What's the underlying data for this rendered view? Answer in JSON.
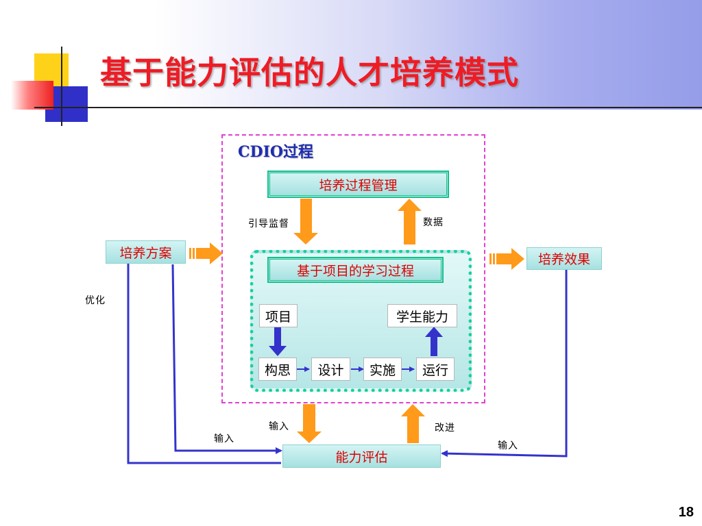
{
  "slide": {
    "title": "基于能力评估的人才培养模式",
    "page_number": "18"
  },
  "diagram": {
    "cdio_label": "CDIO过程",
    "nodes": {
      "process_management": "培养过程管理",
      "pbl_process": "基于项目的学习过程",
      "project": "项目",
      "student_ability": "学生能力",
      "conceive": "构思",
      "design": "设计",
      "implement": "实施",
      "operate": "运行",
      "training_plan": "培养方案",
      "training_effect": "培养效果",
      "ability_assessment": "能力评估"
    },
    "edge_labels": {
      "guide_supervise": "引导监督",
      "data": "数据",
      "optimize": "优化",
      "input_left": "输入",
      "input_center": "输入",
      "improve": "改进",
      "input_right": "输入"
    },
    "colors": {
      "title_red": "#ee1c25",
      "orange_arrow": "#ff9a1a",
      "blue_line": "#3333cc",
      "green_frame": "#19d09a",
      "magenta_frame": "#e040d0"
    }
  }
}
